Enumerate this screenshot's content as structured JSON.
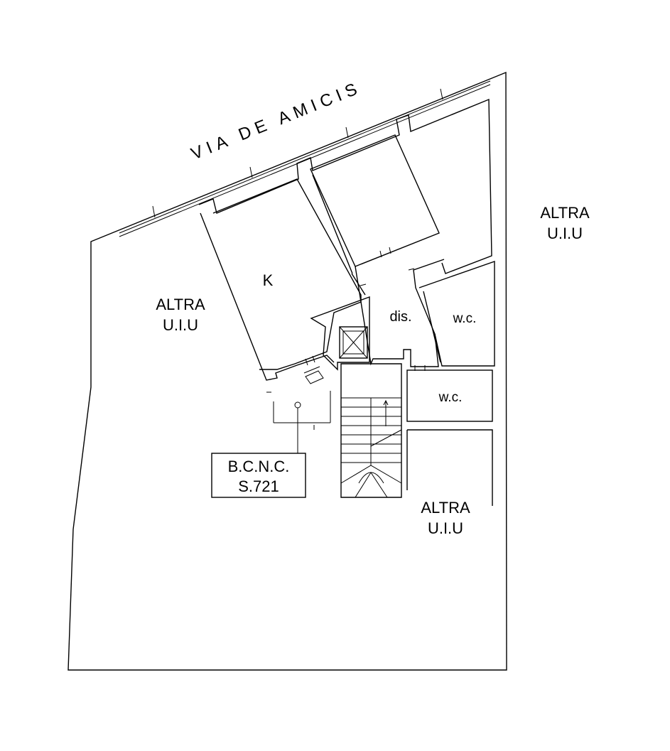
{
  "plan": {
    "street": "VIA DE AMICIS",
    "rooms": {
      "kitchen": "K",
      "hall": "dis.",
      "wc_upper": "w.c.",
      "wc_lower": "w.c."
    },
    "other_units": {
      "left": {
        "line1": "ALTRA",
        "line2": "U.I.U"
      },
      "right": {
        "line1": "ALTRA",
        "line2": "U.I.U"
      },
      "bottom": {
        "line1": "ALTRA",
        "line2": "U.I.U"
      }
    },
    "common_parts": {
      "line1": "B.C.N.C.",
      "line2": "S.721"
    }
  }
}
